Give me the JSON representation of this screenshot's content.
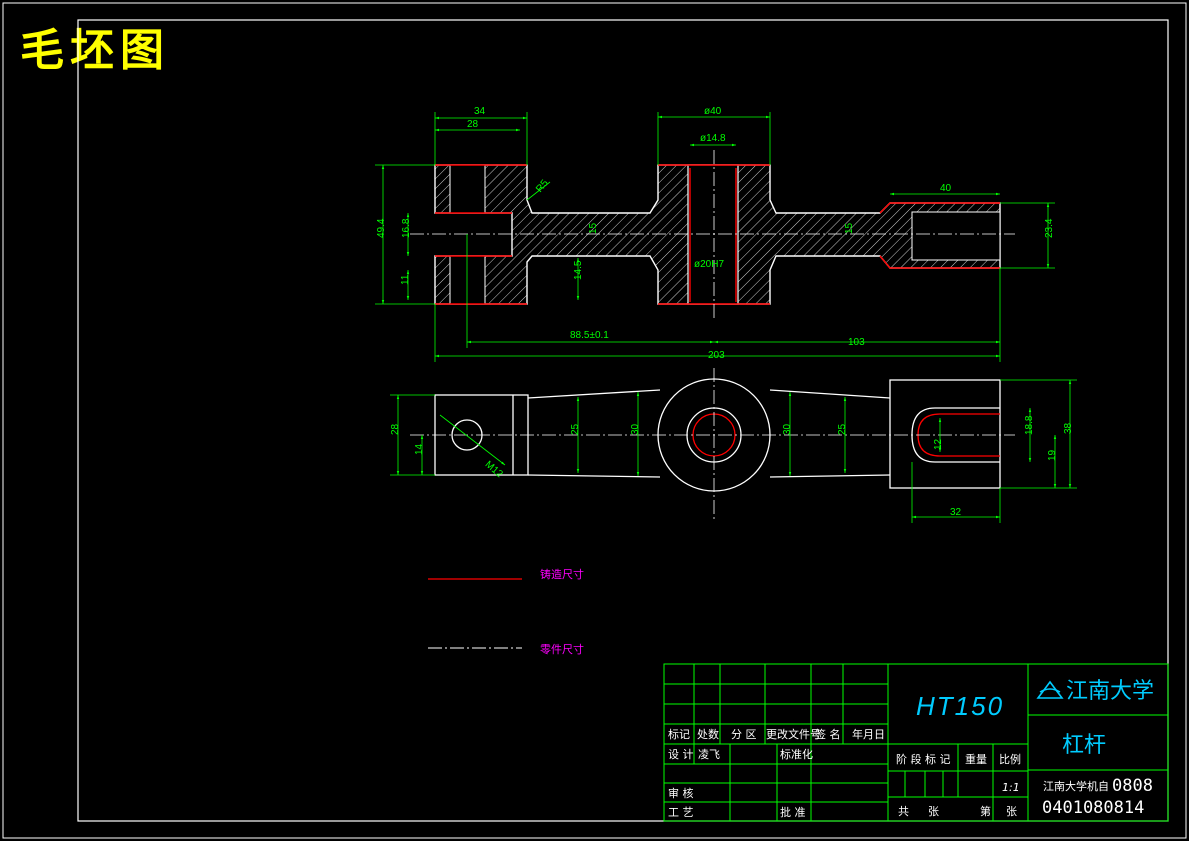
{
  "title": "毛坯图",
  "colors": {
    "background": "#000000",
    "frame": "#ffffff",
    "outline": "#ffffff",
    "dimension": "#00ff00",
    "casting_line": "#ff0000",
    "hatch": "#ffffff",
    "title_text": "#ffff00",
    "legend_text": "#ff00ff",
    "titleblock_grid": "#00ff00"
  },
  "dimensions": {
    "top_view": {
      "d34": "34",
      "d28": "28",
      "d40_dia": "ø40",
      "d14_8_dia": "ø14.8",
      "r5": "R5",
      "d40": "40",
      "d49_4": "49.4",
      "d16_8": "16.8",
      "d11": "11",
      "d14_5": "14.5",
      "d15a": "15",
      "d15b": "15",
      "d20h7": "ø20H7",
      "d23_4": "23.4",
      "d88_5": "88.5±0.1",
      "d103": "103",
      "d203": "203"
    },
    "bottom_view": {
      "d28": "28",
      "d14": "14",
      "d25a": "25",
      "d30a": "30",
      "d30b": "30",
      "d25b": "25",
      "m12": "M12",
      "d12": "12",
      "d18_8": "18.8",
      "d19": "19",
      "d38": "38",
      "d32": "32"
    }
  },
  "legend": {
    "casting": "铸造尺寸",
    "part": "零件尺寸"
  },
  "title_block": {
    "material": "HT150",
    "school": "江南大学",
    "part_name": "杠杆",
    "headers": [
      "标记",
      "处数",
      "分 区",
      "更改文件号",
      "签 名",
      "年月日"
    ],
    "design_label": "设 计",
    "designer": "凌飞",
    "standardize_label": "标准化",
    "review_label": "审 核",
    "process_label": "工 艺",
    "approve_label": "批 准",
    "stage_label": "阶 段 标 记",
    "weight_label": "重量",
    "scale_label": "比例",
    "scale": "1:1",
    "total_label": "共",
    "sheet_word1": "张",
    "page_label": "第",
    "sheet_word2": "张",
    "class_code_prefix": "江南大学机自",
    "class_code": "0808",
    "student_id": "0401080814"
  }
}
